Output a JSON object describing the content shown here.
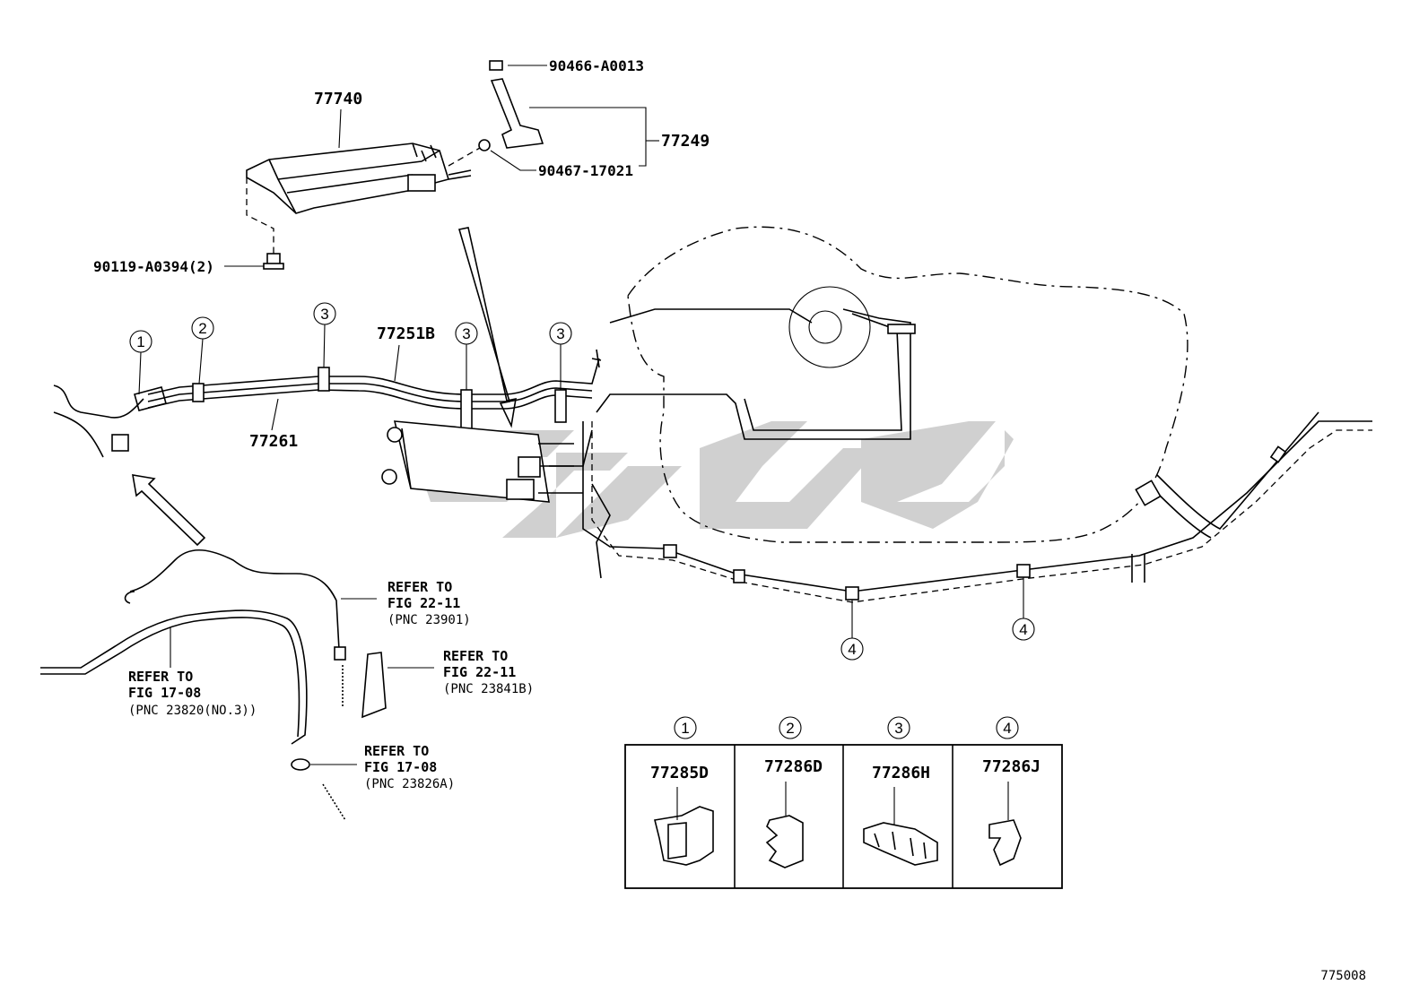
{
  "labels": {
    "p77740": "77740",
    "p90466": "90466-A0013",
    "p77249": "77249",
    "p90467": "90467-17021",
    "p90119": "90119-A0394(2)",
    "p77251b": "77251B",
    "p77261": "77261",
    "doc_no": "775008"
  },
  "callouts": {
    "c1": "1",
    "c2": "2",
    "c3": "3",
    "c4": "4"
  },
  "refs": {
    "r1": {
      "line1": "REFER TO",
      "line2": "FIG 22-11",
      "line3": "(PNC 23901)"
    },
    "r2": {
      "line1": "REFER TO",
      "line2": "FIG 22-11",
      "line3": "(PNC 23841B)"
    },
    "r3": {
      "line1": "REFER TO",
      "line2": "FIG 17-08",
      "line3": "(PNC 23820(NO.3))"
    },
    "r4": {
      "line1": "REFER TO",
      "line2": "FIG 17-08",
      "line3": "(PNC 23826A)"
    }
  },
  "clamp_table": [
    {
      "num": "1",
      "part": "77285D"
    },
    {
      "num": "2",
      "part": "77286D"
    },
    {
      "num": "3",
      "part": "77286H"
    },
    {
      "num": "4",
      "part": "77286J"
    }
  ]
}
